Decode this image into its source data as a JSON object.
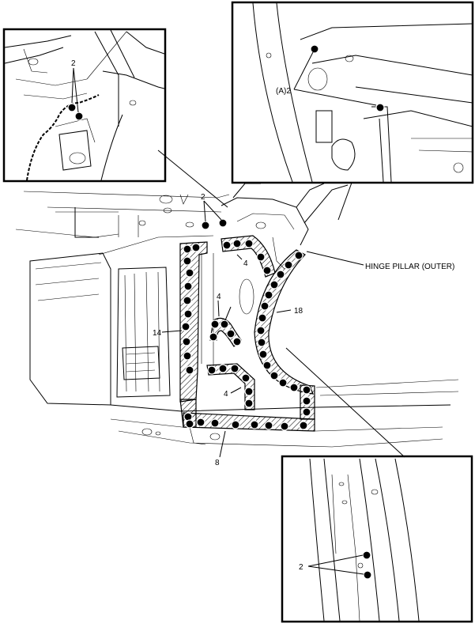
{
  "labels": {
    "main_top_2": "2",
    "inset_tl_2": "2",
    "inset_tr_a2": "(A)2",
    "inset_br_2": "2",
    "hinge_pillar": "HINGE PILLAR (OUTER)",
    "n4_top": "4",
    "n4_mid": "4",
    "n4_bot": "4",
    "n14": "14",
    "n18": "18",
    "n8": "8"
  },
  "colors": {
    "line": "#000000",
    "background": "#ffffff"
  }
}
